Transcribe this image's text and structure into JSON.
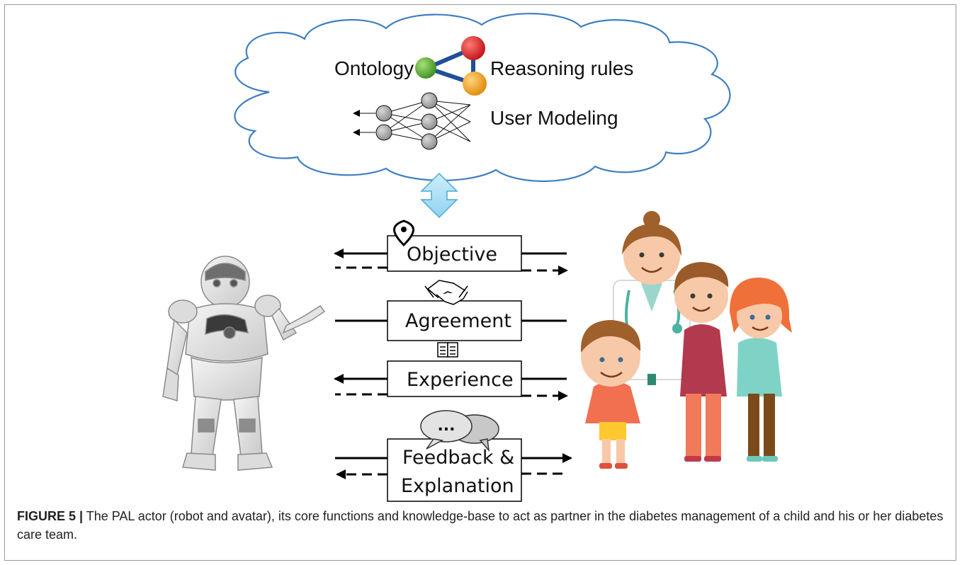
{
  "cloud": {
    "ontology": "Ontology",
    "reasoning_rules": "Reasoning rules",
    "user_modeling": "User Modeling"
  },
  "functions": {
    "objective": "Objective",
    "agreement": "Agreement",
    "experience": "Experience",
    "feedback_line1": "Feedback &",
    "feedback_line2": "Explanation",
    "speech_bubble": "..."
  },
  "caption": {
    "label": "FIGURE 5 |",
    "text": " The PAL actor (robot and avatar), its core functions and knowledge-base to act as partner in the diabetes management of a child and his or her diabetes care team."
  },
  "colors": {
    "cloud_stroke": "#3f7fc1",
    "node_red": "#d6201f",
    "node_green": "#4aa623",
    "node_orange": "#f0a21a",
    "link_blue": "#1f4f9a",
    "double_arrow": "#8fd3f0"
  }
}
